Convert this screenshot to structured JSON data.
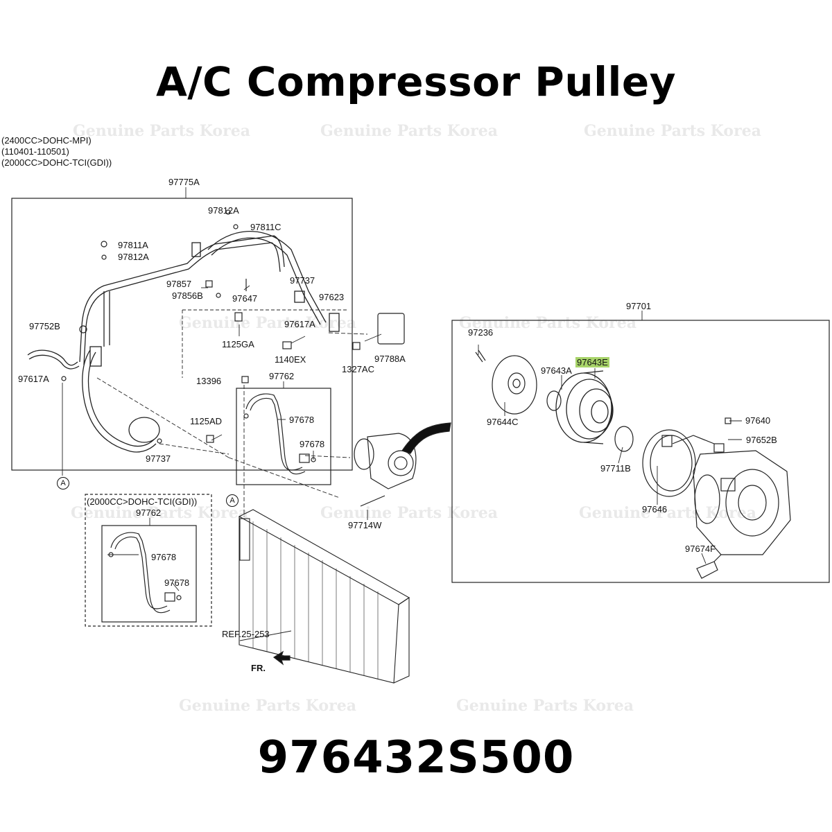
{
  "title": "A/C Compressor Pulley",
  "part_number": "976432S500",
  "watermark": "Genuine Parts Korea",
  "highlight_color": "#a8d46a",
  "engine_notes": [
    "(2400CC>DOHC-MPI)",
    "(110401-110501)",
    "(2000CC>DOHC-TCI(GDI))"
  ],
  "inset_note": "(2000CC>DOHC-TCI(GDI))",
  "callout_A": "A",
  "labels": {
    "a97775A": "97775A",
    "a97812A_1": "97812A",
    "a97811C": "97811C",
    "a97811A": "97811A",
    "a97812A_2": "97812A",
    "a97857": "97857",
    "a97856B": "97856B",
    "a97647": "97647",
    "a97737_1": "97737",
    "a97623": "97623",
    "a97617A_1": "97617A",
    "a97752B": "97752B",
    "a1125GA": "1125GA",
    "a1140EX": "1140EX",
    "a1327AC": "1327AC",
    "a97788A": "97788A",
    "a97617A_2": "97617A",
    "a13396": "13396",
    "a97762_1": "97762",
    "a97678_1": "97678",
    "a1125AD": "1125AD",
    "a97678_2": "97678",
    "a97737_2": "97737",
    "a97762_2": "97762",
    "a97678_3": "97678",
    "a97678_4": "97678",
    "a97714W": "97714W",
    "aREF": "REF.25-253",
    "aFR": "FR.",
    "a97701": "97701",
    "a97236": "97236",
    "a97643E": "97643E",
    "a97643A": "97643A",
    "a97644C": "97644C",
    "a97640": "97640",
    "a97652B": "97652B",
    "a97711B": "97711B",
    "a97646": "97646",
    "a97674F": "97674F"
  }
}
